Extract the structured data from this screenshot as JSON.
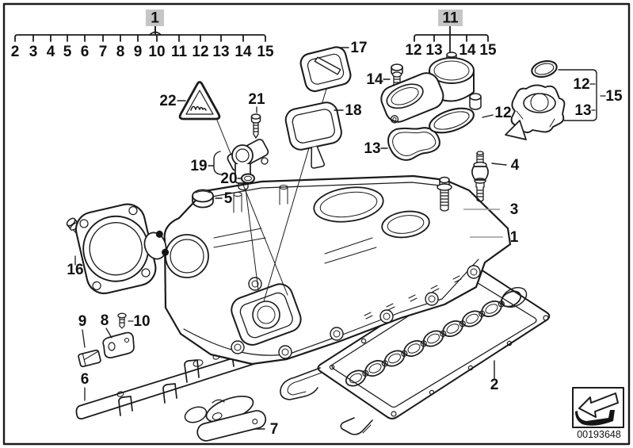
{
  "catalog": {
    "image_code": "00193648",
    "selected_group": "1",
    "selected_subgroup": "11"
  },
  "colors": {
    "line": "#1b1b1b",
    "highlight_box": "#c6c6c6",
    "leader_gray": "#9a9a9a",
    "background": "#ffffff"
  },
  "main_tree": {
    "root": "1",
    "children": [
      "2",
      "3",
      "4",
      "5",
      "6",
      "7",
      "8",
      "9",
      "10",
      "11",
      "12",
      "13",
      "14",
      "15"
    ]
  },
  "sub_tree": {
    "root": "11",
    "children": [
      "12",
      "13",
      "14",
      "15"
    ]
  },
  "part_labels": {
    "1": "1",
    "2": "2",
    "3": "3",
    "4": "4",
    "5": "5",
    "6": "6",
    "7": "7",
    "8": "8",
    "9": "9",
    "10": "10",
    "11": "11",
    "12": "12",
    "13": "13",
    "14": "14",
    "15": "15",
    "16": "16",
    "17": "17",
    "18": "18",
    "19": "19",
    "20": "20",
    "21": "21",
    "22": "22"
  }
}
